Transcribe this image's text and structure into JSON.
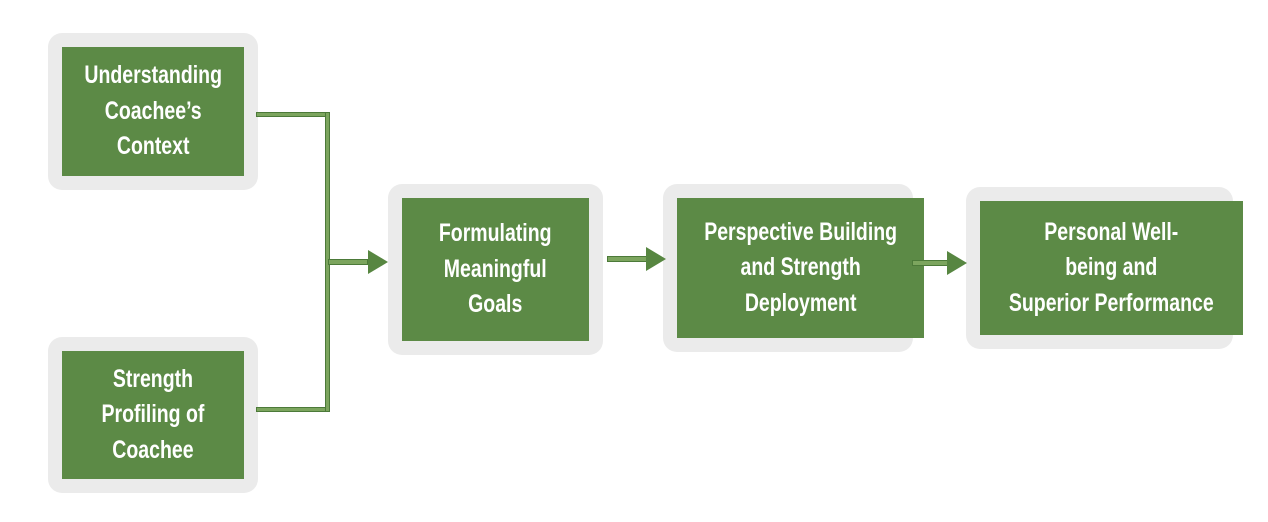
{
  "diagram": {
    "type": "flowchart",
    "colors": {
      "background": "#ffffff",
      "node_fill": "#5C8A46",
      "frame": "#EBEBEB",
      "line_fill": "#7CA55E",
      "line_border": "#4C7A39",
      "arrow": "#578641",
      "text": "#ffffff"
    },
    "nodes": [
      {
        "id": "understanding-coachees-context",
        "label": "Understanding\nCoachee’s\nContext"
      },
      {
        "id": "strength-profiling-of-coachee",
        "label": "Strength\nProfiling of\nCoachee"
      },
      {
        "id": "formulating-meaningful-goals",
        "label": "Formulating\nMeaningful\nGoals"
      },
      {
        "id": "perspective-building-and-strength-deployment",
        "label": "Perspective Building\nand Strength\nDeployment"
      },
      {
        "id": "personal-wellbeing-and-superior-performance",
        "label": "Personal Well-\nbeing and\nSuperior Performance"
      }
    ],
    "edges": [
      {
        "from": "understanding-coachees-context",
        "to": "formulating-meaningful-goals"
      },
      {
        "from": "strength-profiling-of-coachee",
        "to": "formulating-meaningful-goals"
      },
      {
        "from": "formulating-meaningful-goals",
        "to": "perspective-building-and-strength-deployment"
      },
      {
        "from": "perspective-building-and-strength-deployment",
        "to": "personal-wellbeing-and-superior-performance"
      }
    ]
  }
}
